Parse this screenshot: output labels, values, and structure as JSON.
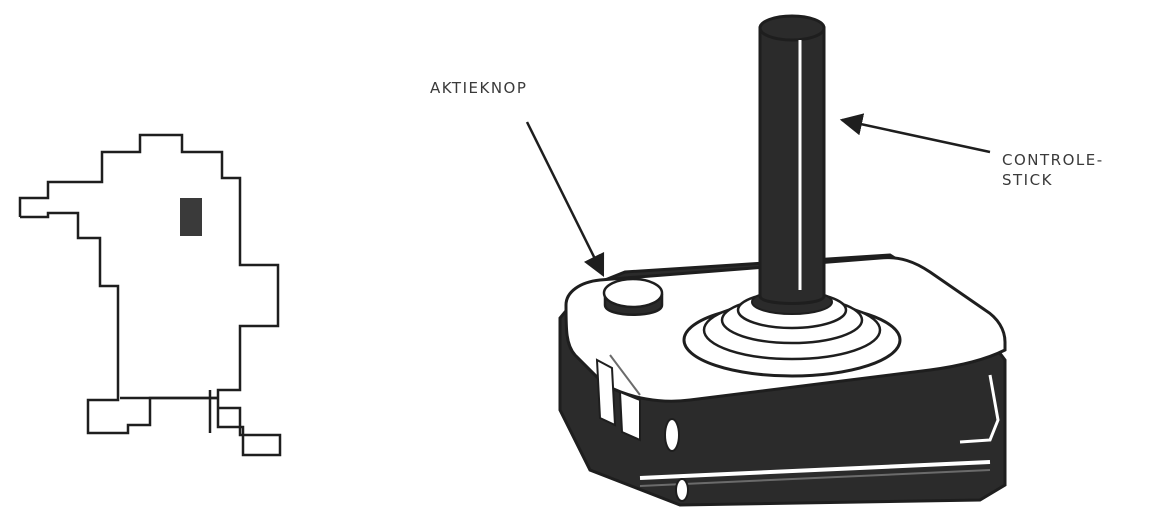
{
  "labels": {
    "action_button": "AKTIEKNOP",
    "control_stick_line1": "CONTROLE-",
    "control_stick_line2": "STICK"
  },
  "colors": {
    "ink": "#1e1e1e",
    "shade_dark": "#2b2b2b",
    "shade_mid": "#6b6b6b",
    "paper": "#ffffff"
  },
  "icons": [
    "pixel-character-icon",
    "joystick-icon",
    "arrow-icon"
  ]
}
